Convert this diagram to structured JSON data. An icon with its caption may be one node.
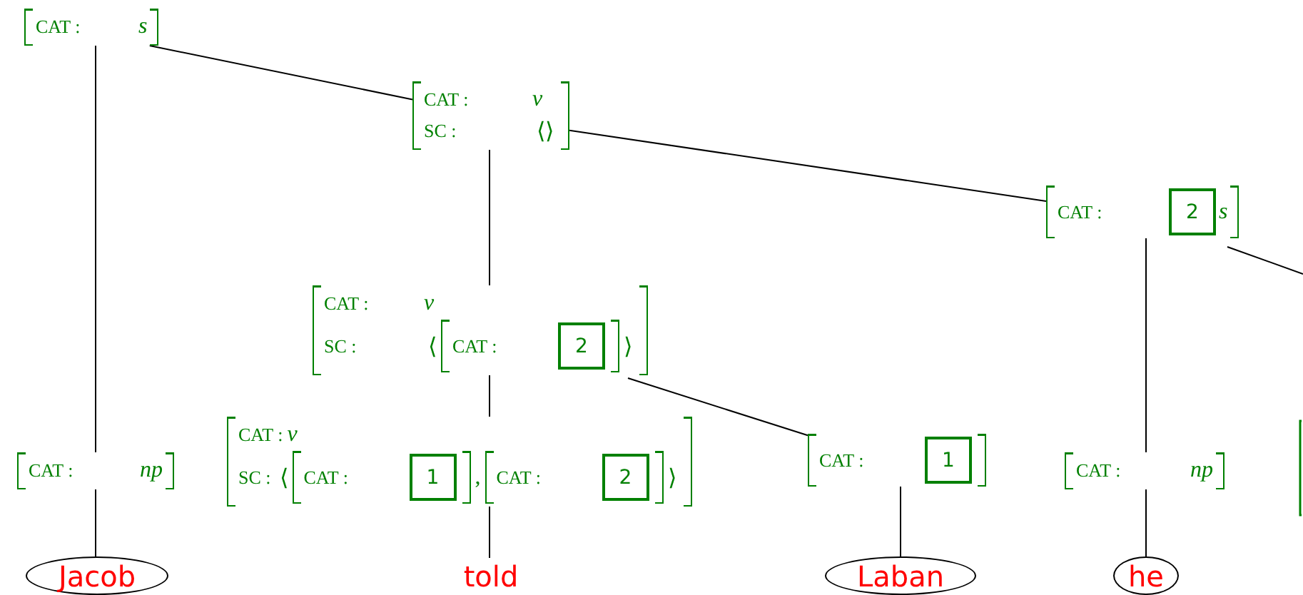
{
  "diagram": {
    "nodes": [
      {
        "text": [
          "CAT :",
          "s"
        ]
      },
      {
        "text": [
          "CAT :",
          "v",
          "SC :",
          "⟨⟩"
        ]
      },
      {
        "text": [
          "CAT :",
          "s"
        ]
      },
      {
        "text": [
          "2"
        ],
        "in": 2
      },
      {
        "text": [
          "CAT :",
          "v",
          "SC :",
          "⟨",
          "⟩"
        ]
      },
      {
        "text": [
          "CAT :"
        ],
        "in": 4
      },
      {
        "text": [
          "2"
        ],
        "in": 5
      },
      {
        "text": [
          "CAT :",
          "np"
        ]
      },
      {
        "text": [
          "CAT :",
          "v",
          "SC :",
          "⟨",
          ",",
          "⟩"
        ]
      },
      {
        "text": [
          "CAT :"
        ],
        "in": 8
      },
      {
        "text": [
          "1"
        ],
        "in": 9
      },
      {
        "text": [
          "CAT :"
        ],
        "in": 8
      },
      {
        "text": [
          "2"
        ],
        "in": 11
      },
      {
        "text": [
          "CAT :"
        ]
      },
      {
        "text": [
          "1"
        ],
        "in": 13
      },
      {
        "text": [
          "CAT :",
          "np"
        ]
      },
      {
        "text": [
          "Jacob"
        ]
      },
      {
        "text": [
          "told"
        ]
      },
      {
        "text": [
          "Laban"
        ]
      },
      {
        "text": [
          "he"
        ]
      }
    ],
    "edges": [
      {
        "from": 0,
        "to": 7,
        "arrow": "none"
      },
      {
        "from": 0,
        "to": 1,
        "arrow": "none"
      },
      {
        "from": 1,
        "to": 4,
        "arrow": "none"
      },
      {
        "from": 1,
        "to": 2,
        "arrow": "none"
      },
      {
        "from": 2,
        "to": 15,
        "arrow": "none"
      },
      {
        "from": 2,
        "to": null,
        "arrow": "none"
      },
      {
        "from": 4,
        "to": 8,
        "arrow": "none"
      },
      {
        "from": 4,
        "to": 13,
        "arrow": "none"
      },
      {
        "from": 7,
        "to": 16,
        "arrow": "none"
      },
      {
        "from": 8,
        "to": 17,
        "arrow": "none"
      },
      {
        "from": 13,
        "to": 18,
        "arrow": "none"
      },
      {
        "from": 15,
        "to": 19,
        "arrow": "none"
      }
    ]
  }
}
